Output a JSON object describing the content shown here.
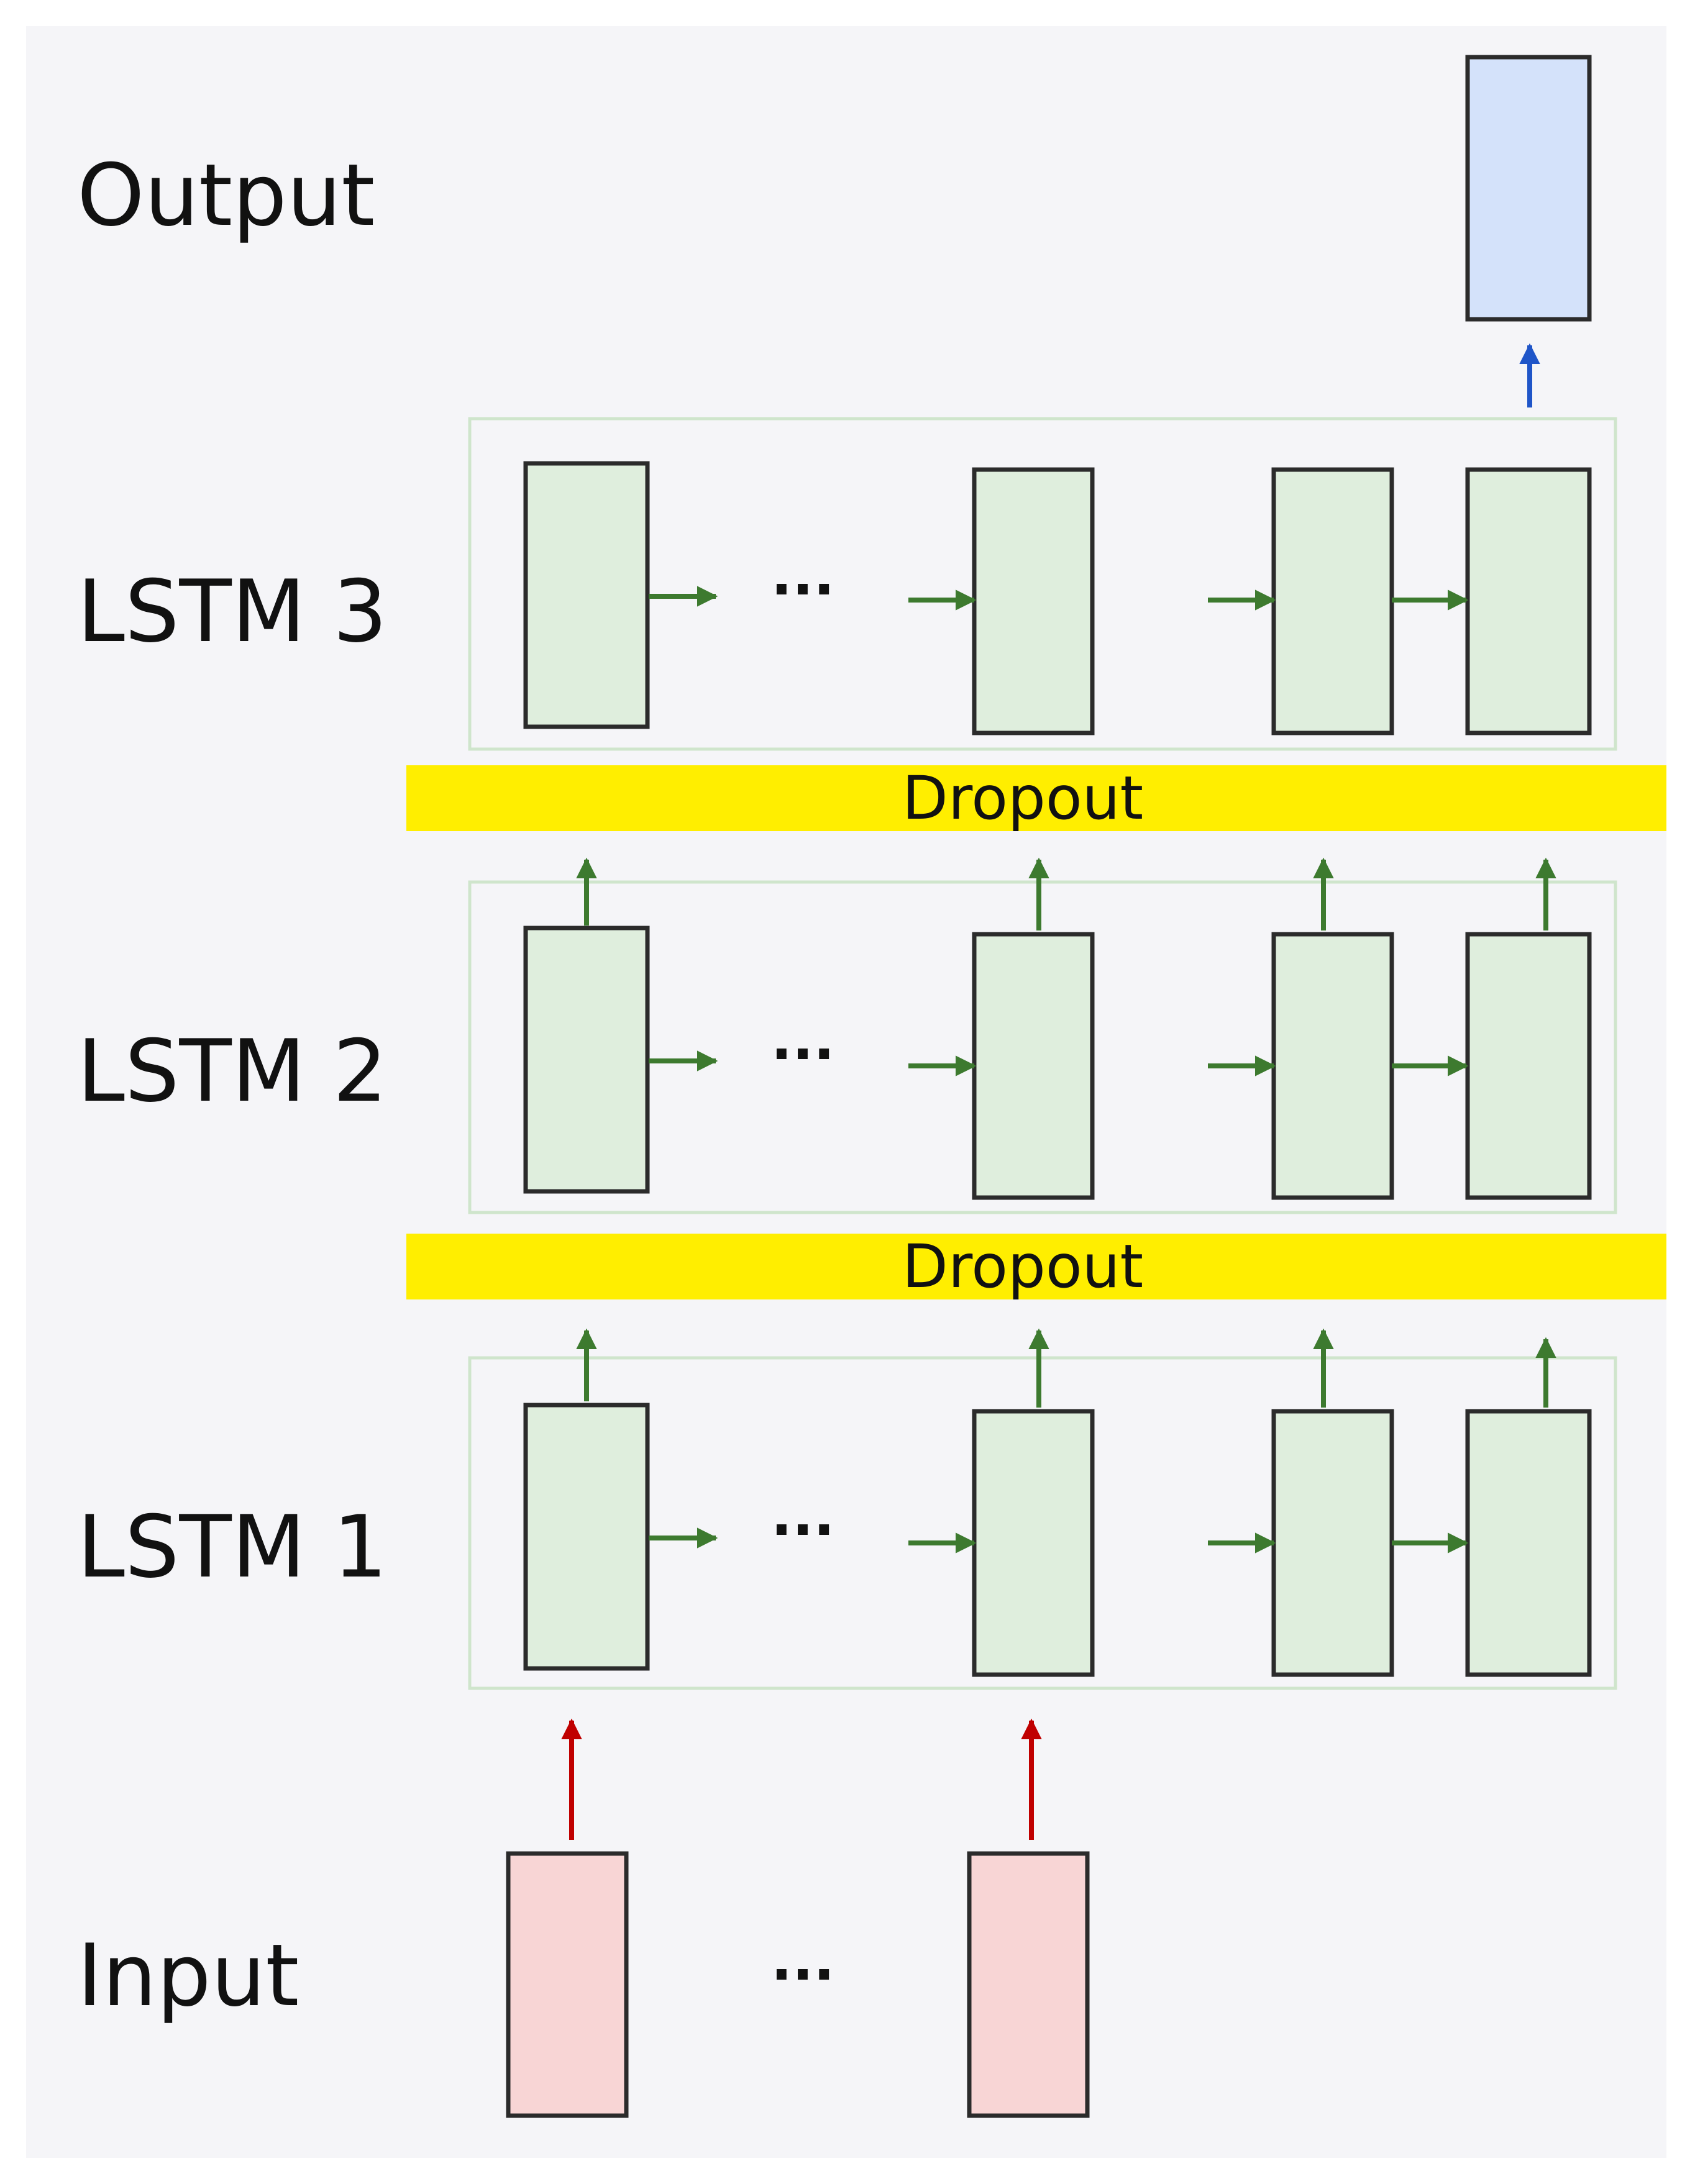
{
  "labels": {
    "output": "Output",
    "lstm3": "LSTM 3",
    "lstm2": "LSTM 2",
    "lstm1": "LSTM 1",
    "input": "Input"
  },
  "dropout": {
    "upper": "Dropout",
    "lower": "Dropout"
  },
  "ellipsis": {
    "lstm3": "···",
    "lstm2": "···",
    "lstm1": "···",
    "input": "···"
  },
  "colors": {
    "background": "#f5f5f8",
    "lstm_cell_fill": "#dfeedd",
    "lstm_group_border": "#cfe5cc",
    "input_cell_fill": "#f8d5d5",
    "output_cell_fill": "#d4e2fa",
    "dropout_band": "#ffee00",
    "recurrent_arrow": "#3d7a2f",
    "input_arrow": "#c00000",
    "output_arrow": "#1f55c8",
    "cell_border": "#2b2b2b"
  },
  "icons": {
    "green_arrow": "arrow-right-icon",
    "red_arrow": "arrow-up-icon",
    "blue_arrow": "arrow-up-icon"
  }
}
